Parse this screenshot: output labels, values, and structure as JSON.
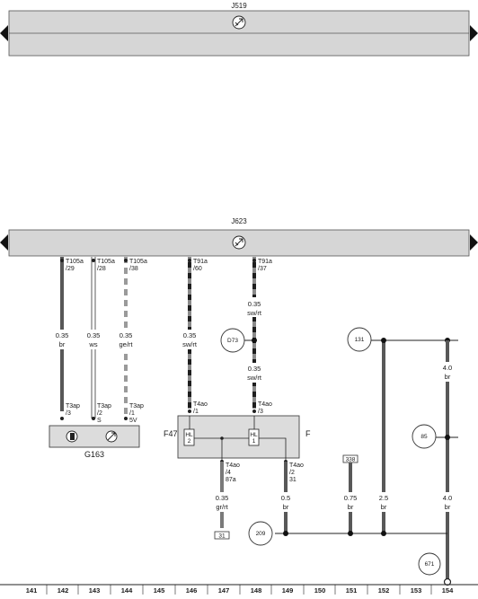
{
  "modules": {
    "j519": {
      "title": "J519"
    },
    "j623": {
      "title": "J623"
    }
  },
  "connectors_top": {
    "t105a_29": {
      "name": "T105a",
      "pin": "/29"
    },
    "t105a_28": {
      "name": "T105a",
      "pin": "/28"
    },
    "t105a_38": {
      "name": "T105a",
      "pin": "/38"
    },
    "t91a_60": {
      "name": "T91a",
      "pin": "/60"
    },
    "t91a_37": {
      "name": "T91a",
      "pin": "/37"
    }
  },
  "wires": {
    "w142": {
      "size": "0.35",
      "color": "br"
    },
    "w143": {
      "size": "0.35",
      "color": "ws"
    },
    "w144": {
      "size": "0.35",
      "color": "ge/rt"
    },
    "w146": {
      "size": "0.35",
      "color": "sw/rt"
    },
    "w148a": {
      "size": "0.35",
      "color": "sw/rt"
    },
    "w148b": {
      "size": "0.35",
      "color": "sw/rt"
    },
    "w147": {
      "size": "0.35",
      "color": "gr/rt"
    },
    "w149": {
      "size": "0.5",
      "color": "br"
    },
    "w151": {
      "size": "0.75",
      "color": "br"
    },
    "w152": {
      "size": "2.5",
      "color": "br"
    },
    "w154a": {
      "size": "4.0",
      "color": "br"
    },
    "w154b": {
      "size": "4.0",
      "color": "br"
    }
  },
  "connectors_lower": {
    "t3ap_3": {
      "name": "T3ap",
      "pin": "/3"
    },
    "t3ap_2": {
      "name": "T3ap",
      "pin": "/2",
      "extra": "S"
    },
    "t3ap_1": {
      "name": "T3ap",
      "pin": "/1",
      "extra": "5V"
    },
    "t4ao_1": {
      "name": "T4ao",
      "pin": "/1"
    },
    "t4ao_3": {
      "name": "T4ao",
      "pin": "/3"
    },
    "t4ao_4": {
      "name": "T4ao",
      "pin": "/4",
      "extra": "87a"
    },
    "t4ao_2": {
      "name": "T4ao",
      "pin": "/2",
      "extra": "31"
    }
  },
  "components": {
    "g163": {
      "label": "G163"
    },
    "f47": {
      "label": "F47"
    },
    "f": {
      "label": "F"
    },
    "hl2": {
      "top": "HL",
      "bottom": "2"
    },
    "hl1": {
      "top": "HL",
      "bottom": "1"
    }
  },
  "bubbles": {
    "d73": "D73",
    "b131": "131",
    "b85": "85",
    "b209": "209",
    "b671": "671"
  },
  "refs": {
    "r338": "338",
    "r31": "31"
  },
  "track_numbers": [
    "141",
    "142",
    "143",
    "144",
    "145",
    "146",
    "147",
    "148",
    "149",
    "150",
    "151",
    "152",
    "153",
    "154"
  ],
  "colors": {
    "module_fill": "#d6d6d6",
    "wire_brown": "#585858",
    "wire_black": "#1e1e1e",
    "wire_grey": "#9a9a9a",
    "component_fill": "#dcdcdc"
  }
}
